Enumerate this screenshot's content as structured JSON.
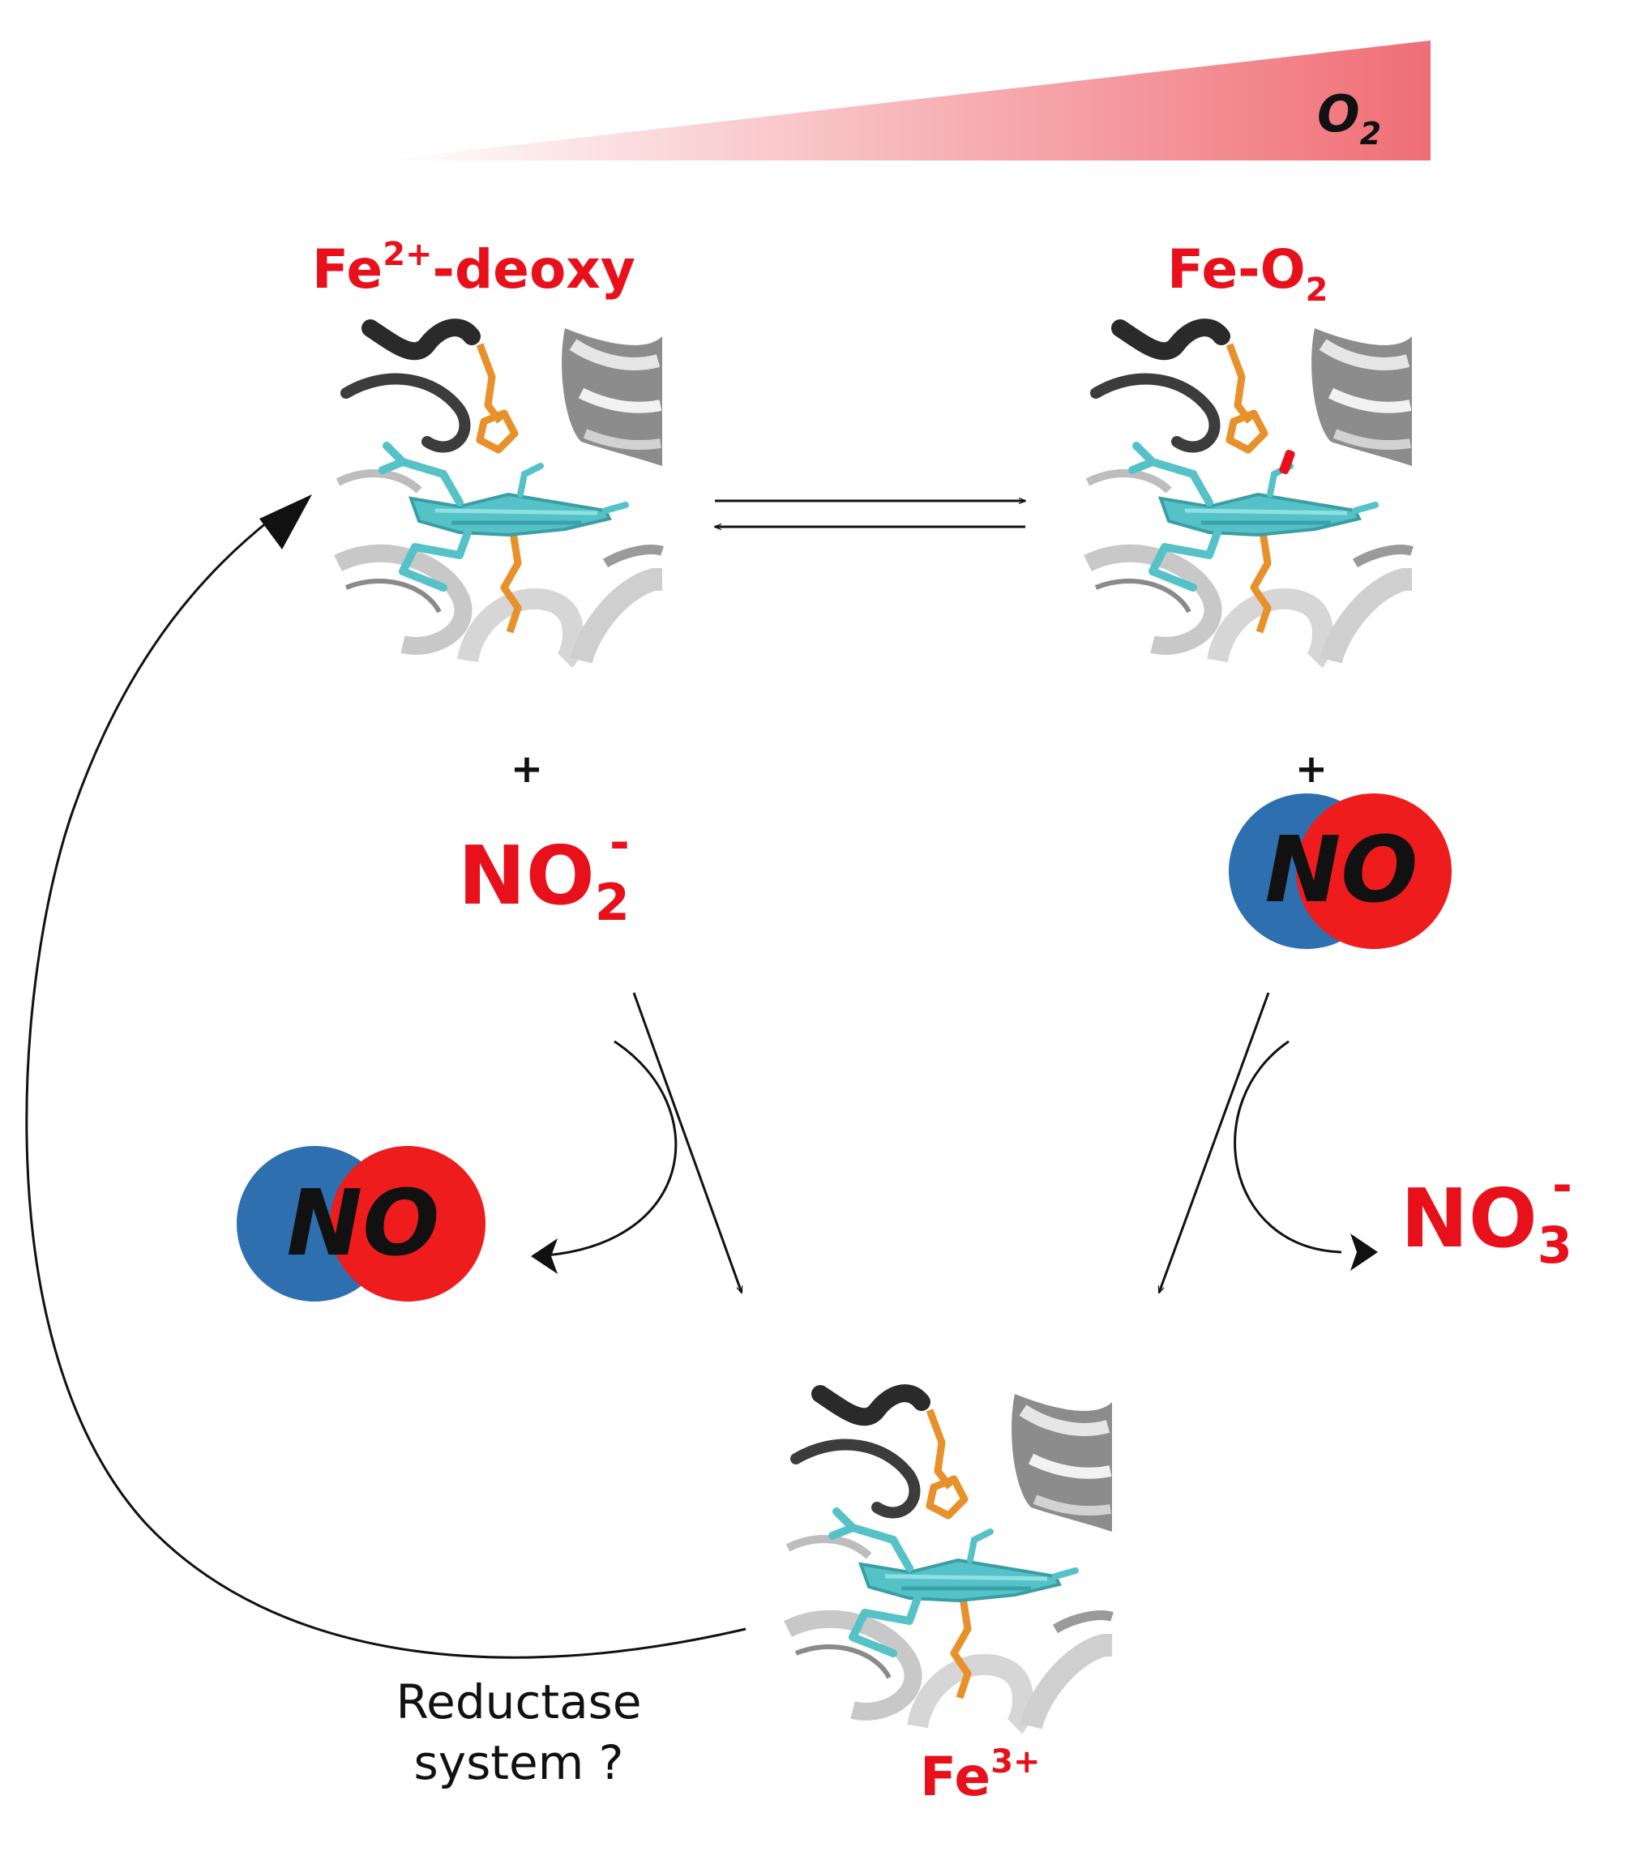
{
  "gradient": {
    "label": "O",
    "label_sub": "2",
    "color": "#f06e76"
  },
  "states": {
    "deoxy": {
      "base": "Fe",
      "sup": "2+",
      "suffix": "-deoxy"
    },
    "oxy": {
      "base": "Fe-O",
      "sub": "2"
    },
    "met": {
      "base": "Fe",
      "sup": "3+"
    }
  },
  "reactants": {
    "plus_left": "+",
    "plus_right": "+",
    "nitrite": {
      "base": "NO",
      "sub": "2",
      "sup": "-"
    },
    "nitrate": {
      "base": "NO",
      "sub": "3",
      "sup": "-"
    }
  },
  "no_molecule": {
    "label": "NO",
    "n_color": "#2e6fb0",
    "o_color": "#ee1c1c"
  },
  "reductase": {
    "line1": "Reductase",
    "line2": "system ?"
  },
  "colors": {
    "heme": "#55c2c8",
    "histidine": "#e8902a",
    "ribbon_dark": "#3a3a3a",
    "ribbon_light": "#dcdcdc",
    "label_red": "#e8101a"
  }
}
